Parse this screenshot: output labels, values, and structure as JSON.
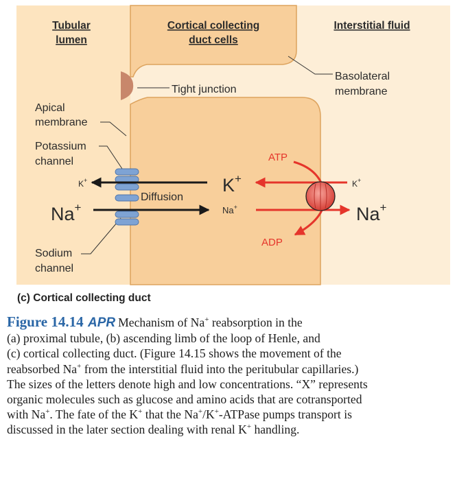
{
  "headers": {
    "lumen_line1": "Tubular",
    "lumen_line2": "lumen",
    "cells_line1": "Cortical collecting",
    "cells_line2": "duct cells",
    "interstitial": "Interstitial fluid"
  },
  "labels": {
    "basolateral_line1": "Basolateral",
    "basolateral_line2": "membrane",
    "tight_junction": "Tight junction",
    "apical_line1": "Apical",
    "apical_line2": "membrane",
    "potassium_line1": "Potassium",
    "potassium_line2": "channel",
    "sodium_line1": "Sodium",
    "sodium_line2": "channel",
    "diffusion": "Diffusion",
    "atp": "ATP",
    "adp": "ADP"
  },
  "ions": {
    "k_base": "K",
    "na_base": "Na",
    "plus": "+"
  },
  "panel_title": "(c) Cortical collecting duct",
  "caption": {
    "fig_number": "Figure 14.14",
    "apr": "APR",
    "t1": "Mechanism of Na",
    "t2": " reabsorption in the",
    "t3": "(a) proximal tubule, (b) ascending limb of the loop of Henle, and",
    "t4": "(c) cortical collecting duct. (Figure 14.15 shows the movement of the",
    "t5": "reabsorbed Na",
    "t6": " from the interstitial fluid into the peritubular capillaries.)",
    "t7": "The sizes of the letters denote high and low concentrations. “X” represents",
    "t8": "organic molecules such as glucose and amino acids that are cotransported",
    "t9": "with Na",
    "t10": ". The fate of the K",
    "t11": " that the Na",
    "t12": "/K",
    "t13": "-ATPase pumps transport is",
    "t14": "discussed in the later section dealing with renal K",
    "t15": " handling.",
    "plus": "+"
  },
  "colors": {
    "lumen_bg": "#fde4bf",
    "cell_fill": "#f8cf9b",
    "cell_edge": "#dda35e",
    "interstitial_bg": "#fdeed7",
    "channel_blue": "#7ea3d4",
    "pump_red": "#e35a52",
    "arrow_red": "#e5352b",
    "arrow_black": "#1a1a1a",
    "caption_blue": "#2a66a6"
  },
  "icons": {
    "potassium_channel": "potassium-channel-icon",
    "sodium_channel": "sodium-channel-icon",
    "pump": "na-k-atpase-pump-icon"
  }
}
